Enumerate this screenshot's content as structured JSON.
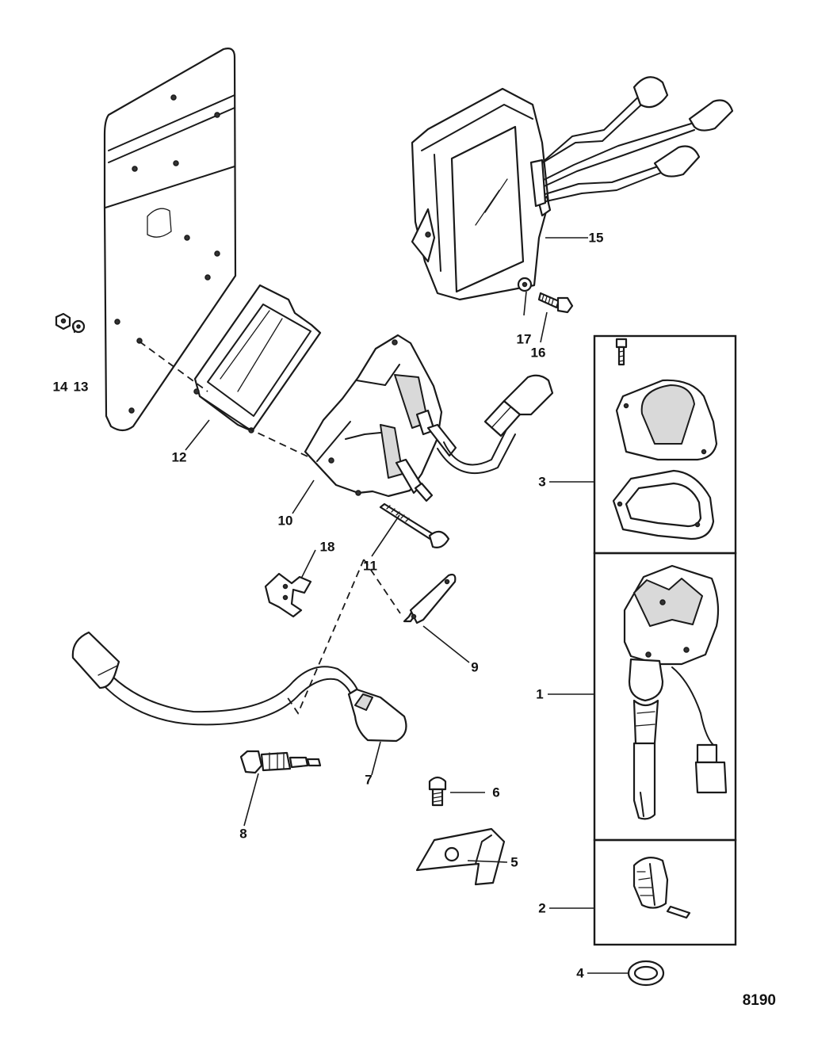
{
  "figure_number": "8190",
  "callouts": [
    {
      "key": "1",
      "text": "1"
    },
    {
      "key": "2",
      "text": "2"
    },
    {
      "key": "3",
      "text": "3"
    },
    {
      "key": "4",
      "text": "4"
    },
    {
      "key": "5",
      "text": "5"
    },
    {
      "key": "6",
      "text": "6"
    },
    {
      "key": "7",
      "text": "7"
    },
    {
      "key": "8",
      "text": "8"
    },
    {
      "key": "9",
      "text": "9"
    },
    {
      "key": "10",
      "text": "10"
    },
    {
      "key": "11",
      "text": "11"
    },
    {
      "key": "12",
      "text": "12"
    },
    {
      "key": "13",
      "text": "13"
    },
    {
      "key": "14",
      "text": "14"
    },
    {
      "key": "15",
      "text": "15"
    },
    {
      "key": "16",
      "text": "16"
    },
    {
      "key": "17",
      "text": "17"
    },
    {
      "key": "18",
      "text": "18"
    }
  ]
}
